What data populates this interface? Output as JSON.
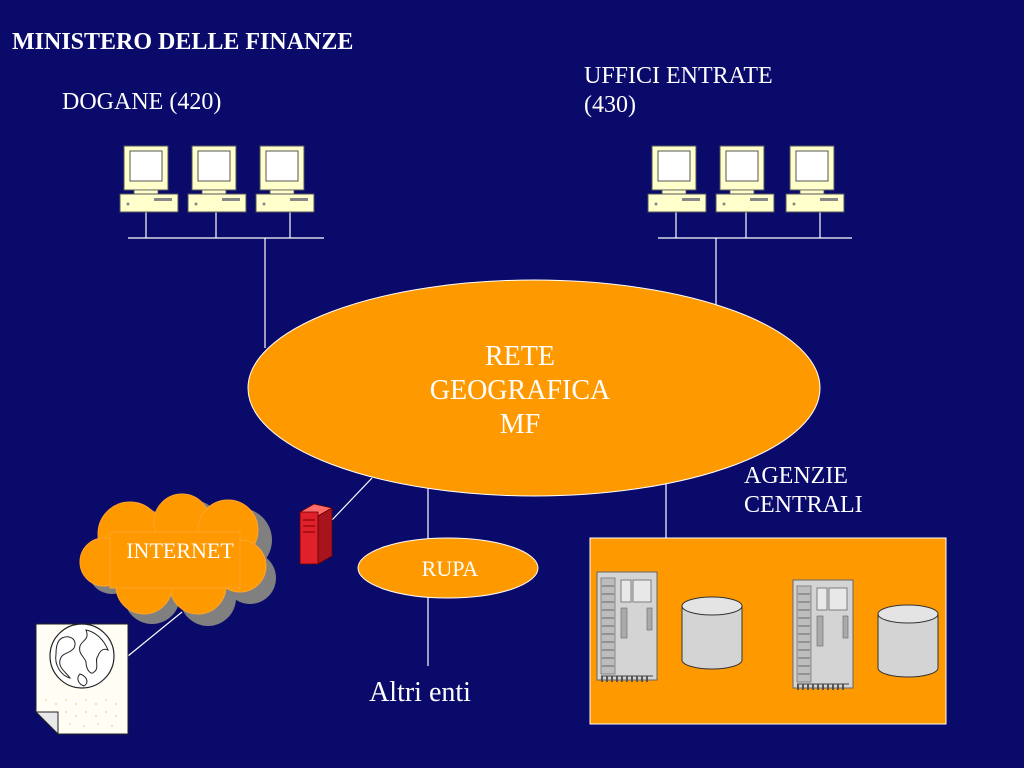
{
  "title": "MINISTERO DELLE FINANZE",
  "dogane": {
    "label": "DOGANE (420)"
  },
  "uffici": {
    "line1": "UFFICI ENTRATE",
    "line2": "(430)"
  },
  "rete": {
    "line1": "RETE",
    "line2": "GEOGRAFICA",
    "line3": "MF"
  },
  "agenzie": {
    "line1": "AGENZIE",
    "line2": "CENTRALI"
  },
  "internet": {
    "label": "INTERNET"
  },
  "rupa": {
    "label": "RUPA"
  },
  "altri": {
    "label": "Altri enti"
  },
  "icons": {
    "workstation": "desktop-computer-icon",
    "server": "mainframe-server-icon",
    "storage": "database-cylinder-icon",
    "firewall": "firewall-server-icon",
    "web_page": "globe-document-icon",
    "cloud": "internet-cloud"
  },
  "colors": {
    "background": "#0a0a6b",
    "accent": "#ff9900",
    "text": "#ffffff",
    "line": "#ffffff",
    "computer": "#ffffcc",
    "firewall": "#e0202a",
    "server": "#c8c8c8"
  }
}
